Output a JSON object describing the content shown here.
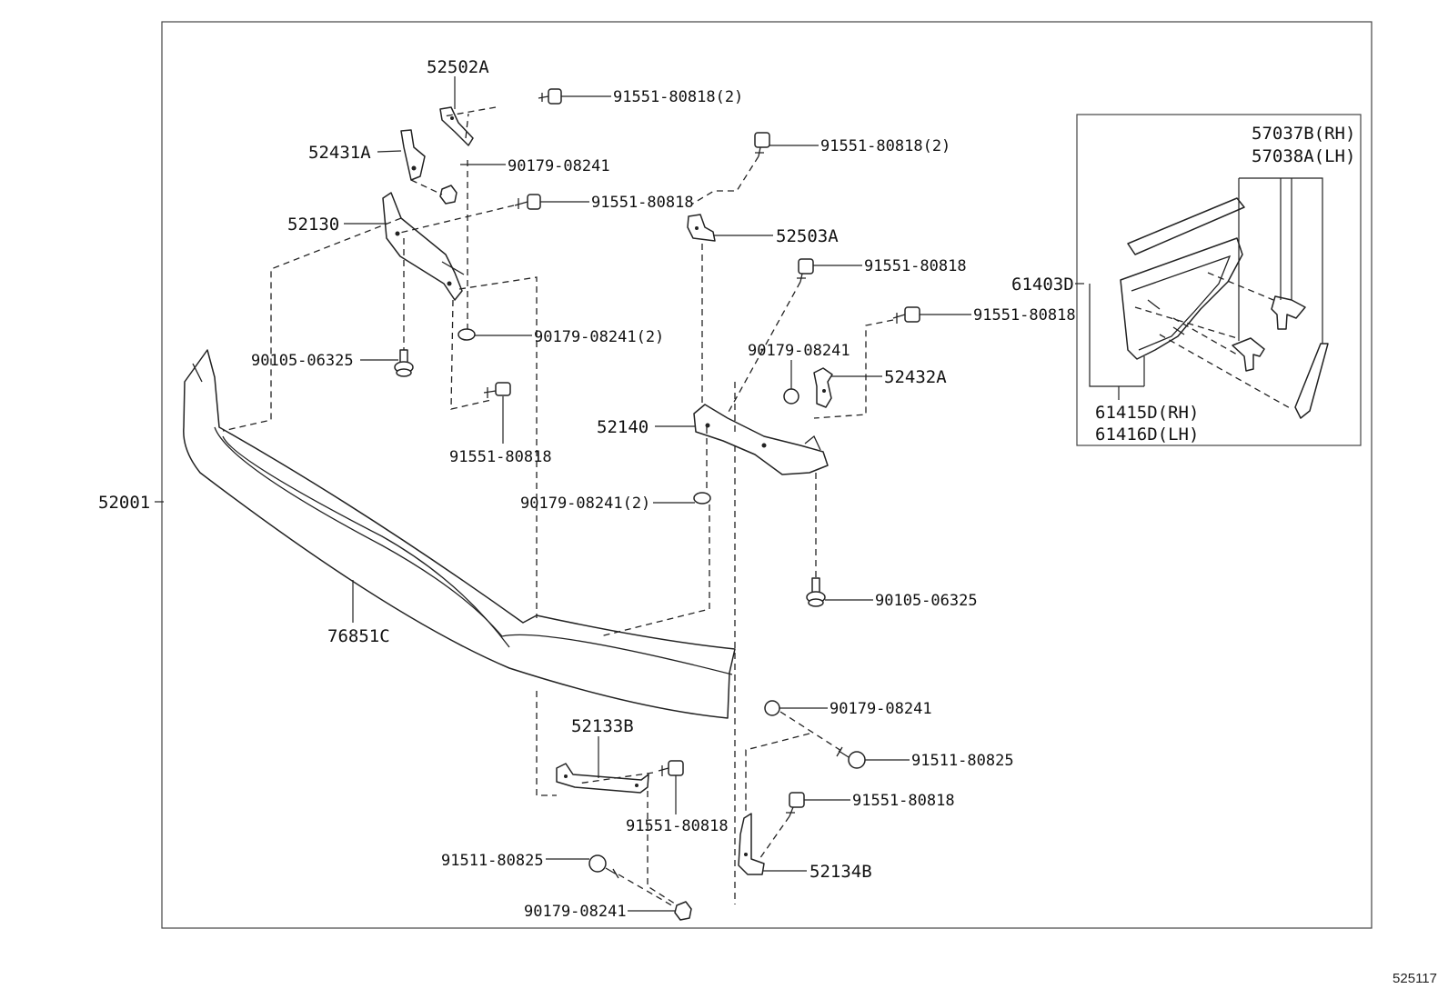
{
  "diagram_id": "525117",
  "labels": {
    "p52502A": "52502A",
    "p52431A": "52431A",
    "p52130": "52130",
    "p52001": "52001",
    "p76851C": "76851C",
    "p52140": "52140",
    "p52503A": "52503A",
    "p52432A": "52432A",
    "p52133B": "52133B",
    "p52134B": "52134B",
    "p61403D": "61403D",
    "p57037B": "57037B(RH)",
    "p57038A": "57038A(LH)",
    "p61415D": "61415D(RH)",
    "p61416D": "61416D(LH)",
    "b1": "91551-80818(2)",
    "b2": "90179-08241",
    "b3": "91551-80818",
    "b4": "90179-08241(2)",
    "b5": "90105-06325",
    "b6": "91551-80818",
    "b7": "91551-80818(2)",
    "b8": "91551-80818",
    "b9": "91551-80818",
    "b10": "90179-08241",
    "b11": "90179-08241(2)",
    "b12": "90105-06325",
    "b13": "90179-08241",
    "b14": "91511-80825",
    "b15": "91551-80818",
    "b16": "91551-80818",
    "b17": "91511-80825",
    "b18": "90179-08241"
  }
}
